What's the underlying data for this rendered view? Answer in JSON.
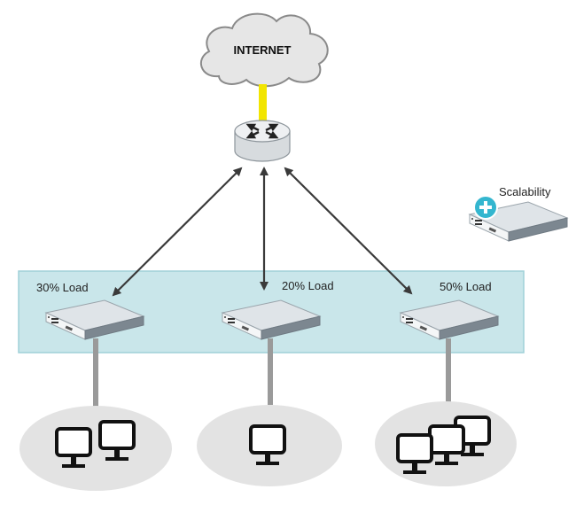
{
  "internet": {
    "label": "INTERNET"
  },
  "scalability": {
    "label": "Scalability"
  },
  "servers": [
    {
      "load_label": "30% Load",
      "clients": 2
    },
    {
      "load_label": "20% Load",
      "clients": 1
    },
    {
      "load_label": "50% Load",
      "clients": 3
    }
  ],
  "colors": {
    "cloud_fill": "#e6e6e6",
    "uplink": "#f2e500",
    "cluster_fill": "#c9e6ea",
    "cluster_border": "#9fd0d8",
    "arrow": "#3a3a3a",
    "stand": "#9a9a9a",
    "ellipse": "#e3e3e3",
    "plus_badge": "#34b6cf"
  }
}
